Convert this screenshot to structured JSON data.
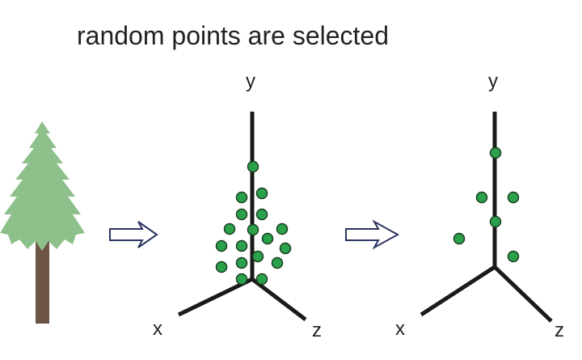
{
  "title": "random points are selected",
  "colors": {
    "tree_foliage": "#8dc08b",
    "tree_trunk": "#6e5447",
    "point_fill": "#2aa14a",
    "point_stroke": "#1a3d22",
    "axis": "#1a1a1a",
    "arrow_stroke": "#2a3560"
  },
  "icons": {
    "tree": "tree-icon",
    "arrow": "arrow-right-icon"
  },
  "panels": [
    {
      "name": "all-points-plot",
      "labels": {
        "x": "x",
        "y": "y",
        "z": "z"
      }
    },
    {
      "name": "selected-points-plot",
      "labels": {
        "x": "x",
        "y": "y",
        "z": "z"
      }
    }
  ]
}
